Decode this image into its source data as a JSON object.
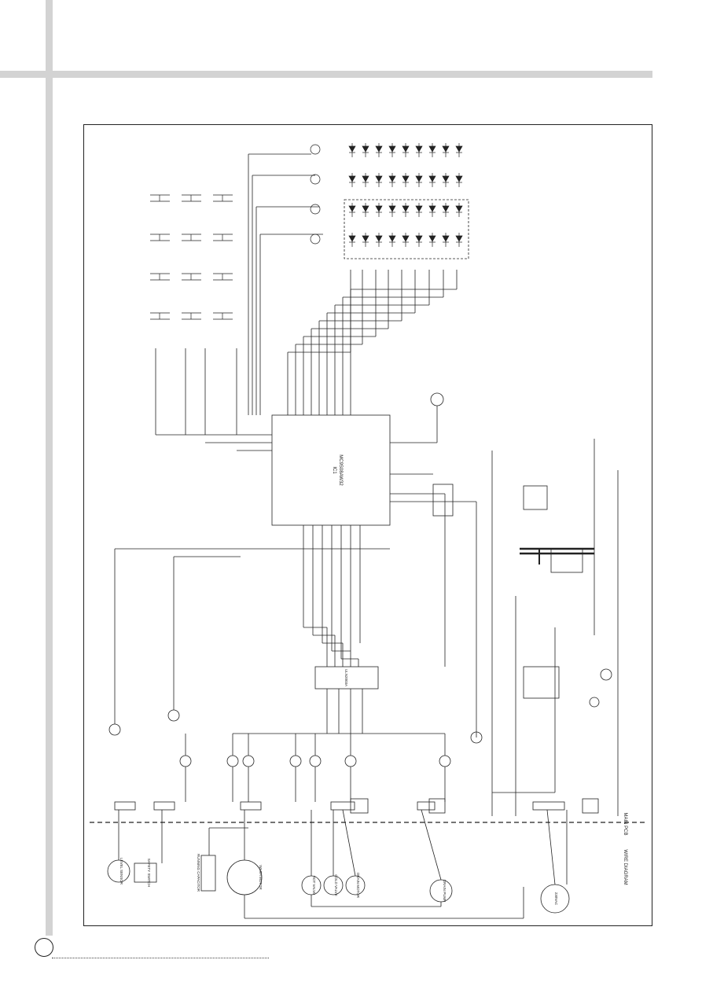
{
  "labels": {
    "main_pcb": "MAIN PCB",
    "wire_diagram": "WIRE DIAGRAM",
    "mcu_ref": "IC1",
    "mcu_part": "MC9S08AW32",
    "driver_ic": "ULN2003A",
    "ac_input": "230VAC",
    "wash_motor": "WASH MOTOR",
    "running_capacitor": "RUNNING CAPACITOR",
    "drain_pump": "DRAIN PUMP",
    "hot_valve": "HOT VALVE",
    "cold_valve": "COLD VALVE",
    "drain_motor": "DRAIN MOTOR",
    "level_sensor": "LEVEL SENSOR",
    "safety_switch": "SAFETY SWITCH"
  },
  "colors": {
    "line": "#222222",
    "bar": "#d3d3d3"
  }
}
